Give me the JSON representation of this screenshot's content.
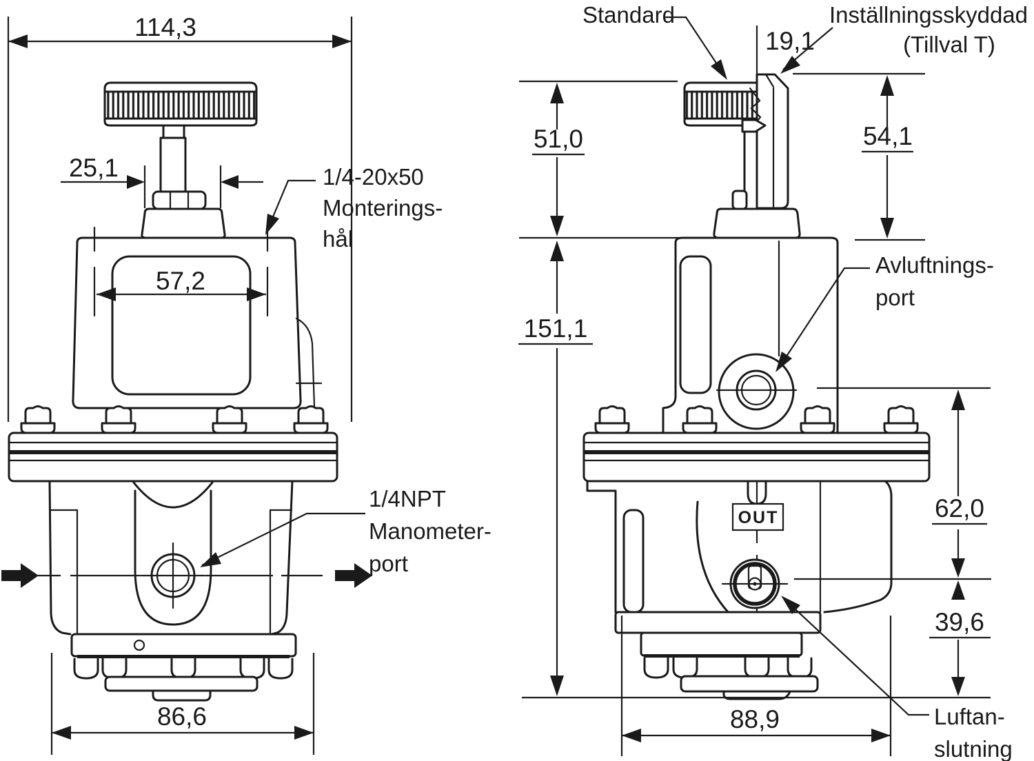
{
  "meta": {
    "background": "#ffffff",
    "line_color": "#1a1a1a",
    "drawing_type": "pressure-regulator dimensional drawing, two views"
  },
  "front_view": {
    "dims": {
      "total_width": "114,3",
      "bonnet_width": "25,1",
      "housing_width": "57,2",
      "base_width": "86,6"
    },
    "labels": {
      "mounting_hole": {
        "line1": "1/4-20x50",
        "line2": "Monterings-",
        "line3": "hål"
      },
      "gauge_port": {
        "line1": "1/4NPT",
        "line2": "Manometer-",
        "line3": "port"
      }
    }
  },
  "side_view": {
    "dims": {
      "knob_height": "51,0",
      "tamper_cap_height": "54,1",
      "tamper_cap_width": "19,1",
      "total_height": "151,1",
      "vent_to_out": "62,0",
      "out_to_base": "39,6",
      "base_width": "88,9"
    },
    "labels": {
      "standard": "Standard",
      "tamper_proof_line1": "Inställningsskyddad",
      "tamper_proof_line2": "(Tillval T)",
      "vent_port": {
        "line1": "Avluftnings-",
        "line2": "port"
      },
      "out_marking": "OUT",
      "air_connection": {
        "line1": "Luftan-",
        "line2": "slutning"
      }
    }
  }
}
